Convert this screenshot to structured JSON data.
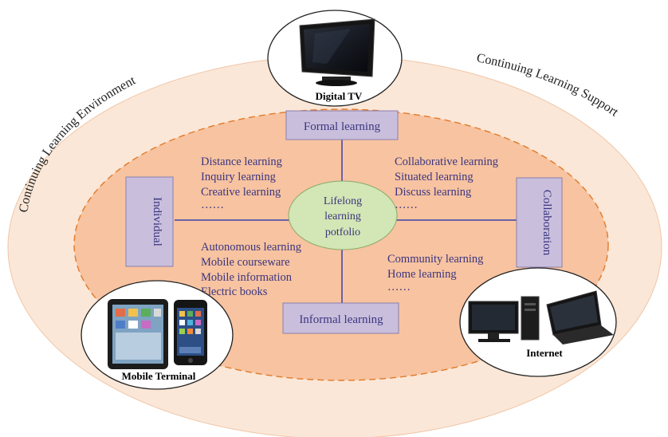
{
  "outer_labels": {
    "environment": "Continuing Learning Environment",
    "support": "Continuing Learning Support"
  },
  "center": {
    "lines": [
      "Lifelong",
      "learning",
      "potfolio"
    ]
  },
  "nodes": {
    "top": "Formal learning",
    "bottom": "Informal learning",
    "left": "Individual",
    "right": "Collaboration"
  },
  "lists": {
    "top_left": [
      "Distance learning",
      "Inquiry learning",
      "Creative learning",
      "……"
    ],
    "top_right": [
      "Collaborative learning",
      "Situated learning",
      "Discuss learning",
      "……"
    ],
    "bottom_left": [
      "Autonomous learning",
      "Mobile courseware",
      "Mobile information",
      "Electric books",
      "……"
    ],
    "bottom_right": [
      "Community learning",
      "Home learning",
      "……"
    ]
  },
  "devices": {
    "digital_tv": "Digital TV",
    "mobile_terminal": "Mobile Terminal",
    "internet": "Internet"
  },
  "colors": {
    "outer_fill": "#fbe7d7",
    "inner_fill": "#f7c3a0",
    "dash": "#e07a2a",
    "box_fill": "#c9bfdc",
    "center_fill": "#d3e6b5",
    "axis": "#6a63a8"
  }
}
